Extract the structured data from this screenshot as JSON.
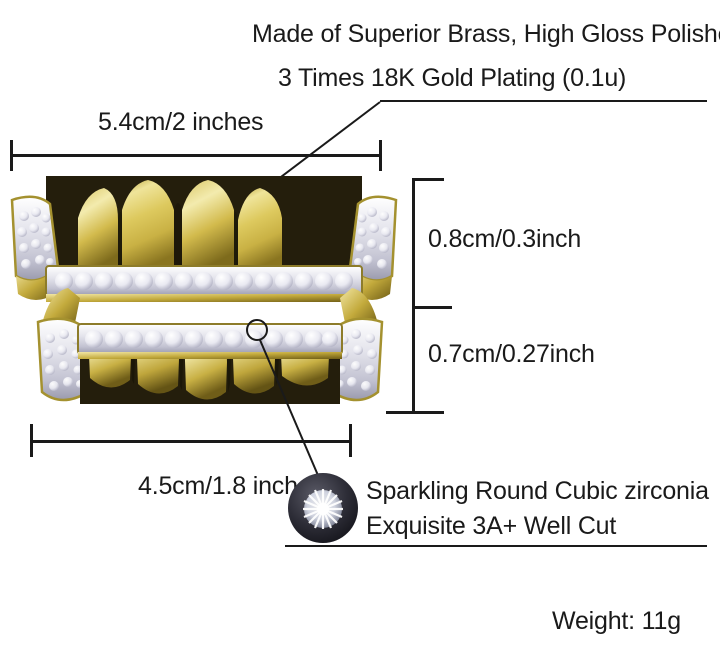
{
  "product": {
    "name": "18K gold plated grillz set",
    "colors": {
      "gold_light": "#e8dc86",
      "gold_mid": "#cdb53f",
      "gold_dark": "#7d6a18",
      "gold_shadow": "#2c2510",
      "diamond_light": "#ffffff",
      "diamond_mid": "#d8d8e2",
      "diamond_dark": "#8f8fa0",
      "ink": "#1a1a1a",
      "background": "#ffffff"
    }
  },
  "headline": {
    "line1": "Made of Superior Brass, High Gloss Polished",
    "line2": "3 Times 18K Gold Plating (0.1u)"
  },
  "dimensions": {
    "top_width": "5.4cm/2 inches",
    "top_height": "0.8cm/0.3inch",
    "bottom_height": "0.7cm/0.27inch",
    "bottom_width": "4.5cm/1.8 inch"
  },
  "stone_callout": {
    "line1": "Sparkling Round Cubic zirconia",
    "line2": "Exquisite 3A+ Well Cut"
  },
  "weight": {
    "label": "Weight: 11g"
  },
  "icons": {
    "gem": "round-brilliant-diamond-icon"
  }
}
